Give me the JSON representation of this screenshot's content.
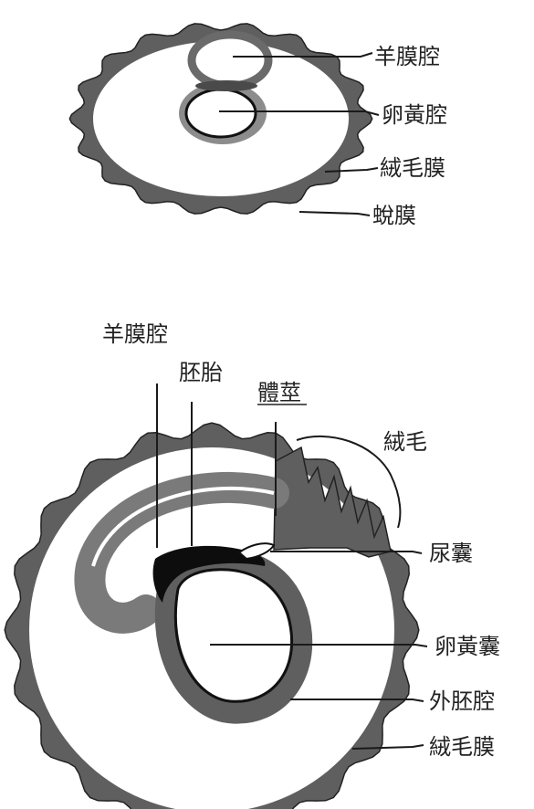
{
  "colors": {
    "membrane": "#5f5f5f",
    "membrane_light": "#8c8c8c",
    "ink": "#111111",
    "embryo": "#0d0d0d",
    "background": "#ffffff"
  },
  "figure_top": {
    "labels": {
      "amniotic_cavity": "羊膜腔",
      "yolk_cavity": "卵黃腔",
      "chorion": "絨毛膜",
      "decidua": "蛻膜"
    }
  },
  "figure_bottom": {
    "labels": {
      "amniotic_cavity": "羊膜腔",
      "embryo": "胚胎",
      "body_stalk": "體莖",
      "villi": "絨毛",
      "allantois": "尿囊",
      "yolk_sac": "卵黃囊",
      "extraembryonic_coelom": "外胚腔",
      "chorion": "絨毛膜"
    }
  }
}
